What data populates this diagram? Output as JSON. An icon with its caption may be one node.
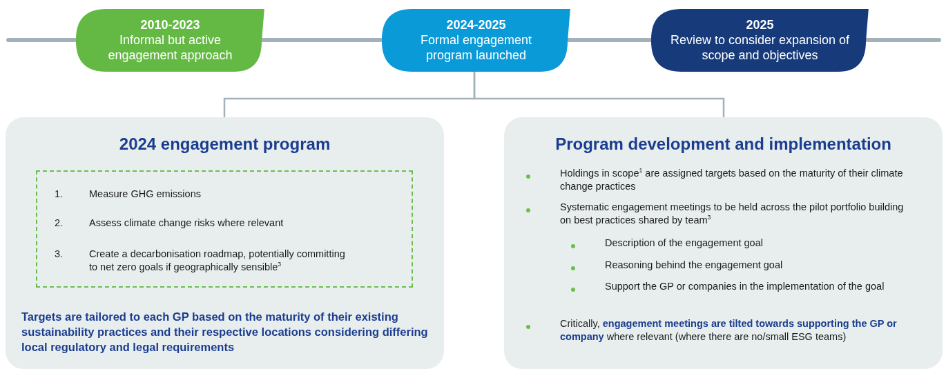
{
  "diagram": {
    "nodes": [
      {
        "text": [
          "2010-2023",
          "Informal but active engagement approach"
        ]
      },
      {
        "text": [
          "2024-2025",
          "Formal engagement program launched"
        ]
      },
      {
        "text": [
          "2025",
          "Review to consider expansion of scope and objectives"
        ]
      },
      {
        "text": [
          "2024 engagement program",
          "Targets are tailored to each GP based on the maturity of their existing sustainability practices and their respective locations considering differing local regulatory and legal requirements"
        ]
      },
      {
        "text": [
          "1.",
          "Measure GHG emissions",
          "2.",
          "Assess climate change risks where relevant",
          "3.",
          "Create a decarbonisation roadmap, potentially committing to net zero goals if geographically sensible$^{3}$"
        ],
        "in": 3
      },
      {
        "text": [
          "Program development and implementation",
          "Holdings in scope$^{1}$ are assigned targets based on the maturity of their climate change practices",
          "Systematic engagement meetings to be held across the pilot portfolio building on best practices shared by team$^{3}$",
          "Description of the engagement goal",
          "Reasoning behind the engagement goal",
          "Support the GP or companies in the implementation of the goal",
          "Critically, **engagement meetings are tilted towards supporting the GP or company** where relevant (where there are no/small ESG teams)"
        ]
      }
    ],
    "edges": [
      {
        "from": null,
        "to": 0,
        "arrow": "none"
      },
      {
        "from": 0,
        "to": 1,
        "arrow": "none"
      },
      {
        "from": 1,
        "to": 2,
        "arrow": "none"
      },
      {
        "from": 2,
        "to": null,
        "arrow": "none"
      },
      {
        "from": 1,
        "to": 3,
        "arrow": "none"
      },
      {
        "from": 1,
        "to": 5,
        "arrow": "none"
      }
    ]
  }
}
